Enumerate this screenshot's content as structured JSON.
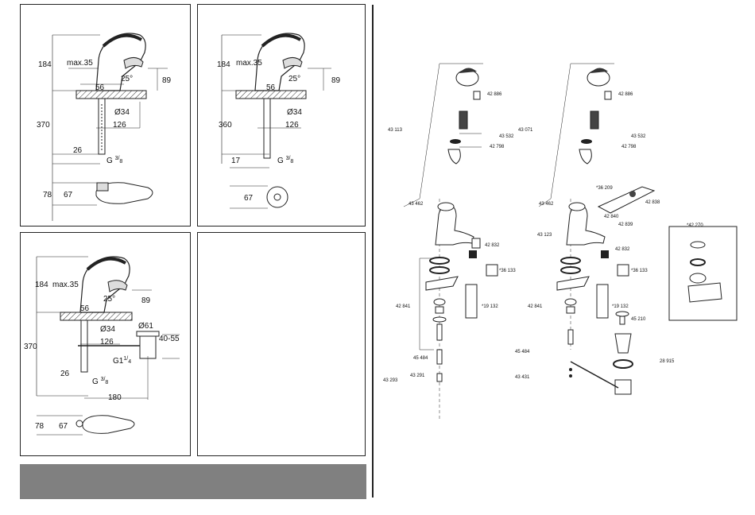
{
  "panel_a": {
    "dims": {
      "height": "184",
      "max": "max.35",
      "offset": "56",
      "angle": "25°",
      "spout": "89",
      "dia": "Ø34",
      "reach": "126",
      "length": "370",
      "thread_dist": "26",
      "thread": "G",
      "thread_frac": "3",
      "thread_den": "8",
      "depth": "78",
      "width": "67"
    }
  },
  "panel_b": {
    "dims": {
      "height": "184",
      "max": "max.35",
      "offset": "56",
      "angle": "25°",
      "spout": "89",
      "dia": "Ø34",
      "reach": "126",
      "length": "360",
      "thread_dist": "17",
      "thread": "G",
      "thread_frac": "3",
      "thread_den": "8",
      "width": "67"
    }
  },
  "panel_c": {
    "dims": {
      "height": "184",
      "max": "max.35",
      "offset": "56",
      "angle": "25°",
      "spout": "89",
      "dia": "Ø34",
      "dia2": "Ø61",
      "range": "40-55",
      "reach": "126",
      "length": "370",
      "waste": "G1",
      "waste_frac": "1",
      "waste_den": "4",
      "thread_dist": "26",
      "thread": "G",
      "thread_frac": "3",
      "thread_den": "8",
      "span": "180",
      "depth": "78",
      "width": "67"
    }
  },
  "parts_left": {
    "p1": "42 886",
    "p2": "43 113",
    "p3": "43 532",
    "p4": "42 798",
    "p5": "43 462",
    "p6": "42 832",
    "p7": "*36 133",
    "p8": "42 841",
    "p9": "*19 132",
    "p10": "45 484",
    "p11": "43 291",
    "p12": "43 293"
  },
  "parts_right": {
    "p1": "42 886",
    "p2": "43 071",
    "p3": "43 532",
    "p4": "42 798",
    "p5": "*36 209",
    "p6": "43 462",
    "p7": "42 838",
    "p8": "42 840",
    "p9": "42 839",
    "p10": "43 123",
    "p11": "42 832",
    "p12": "*36 133",
    "p13": "42 841",
    "p14": "*19 132",
    "p15": "45 210",
    "p16": "45 484",
    "p17": "28 915",
    "p18": "43 431",
    "p19": "*42 270"
  }
}
